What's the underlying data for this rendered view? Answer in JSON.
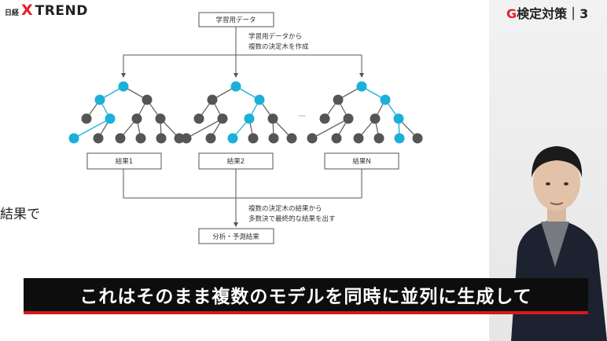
{
  "logo": {
    "small": "日経",
    "x": "X",
    "trend": "TREND"
  },
  "badge": {
    "g": "G",
    "text": "検定対策",
    "sep": "｜",
    "num": "3"
  },
  "left_text": "結果で",
  "diagram": {
    "top_box": "学習用データ",
    "top_note_1": "学習用データから",
    "top_note_2": "複数の決定木を作成",
    "ellipsis": "…",
    "results": [
      "結果1",
      "結果2",
      "結果N"
    ],
    "bottom_note_1": "複数の決定木の結果から",
    "bottom_note_2": "多数決で最終的な結果を出す",
    "bottom_box": "分析・予測結果"
  },
  "subtitle": "これはそのまま複数のモデルを同時に並列に生成して",
  "colors": {
    "accent_red": "#e3202b",
    "node_blue": "#1ab0d8",
    "node_gray": "#555555"
  }
}
